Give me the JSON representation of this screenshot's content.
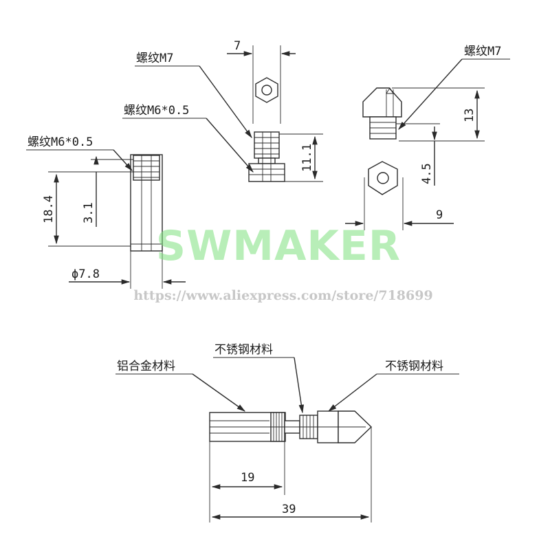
{
  "watermark": {
    "brand": "SWMAKER",
    "url": "https://www.aliexpress.com/store/718699",
    "color": "#7ee07e"
  },
  "labels": {
    "thread_m7_top": "螺纹M7",
    "thread_m6_mid": "螺纹M6*0.5",
    "thread_m6_left": "螺纹M6*0.5",
    "thread_m7_right": "螺纹M7",
    "material_aluminum": "铝合金材料",
    "material_steel_1": "不锈钢材料",
    "material_steel_2": "不锈钢材料"
  },
  "dimensions": {
    "d_7": "7",
    "d_11_1": "11.1",
    "d_18_4": "18.4",
    "d_3_1": "3.1",
    "d_phi_7_8": "ϕ7.8",
    "d_13": "13",
    "d_4_5": "4.5",
    "d_9": "9",
    "d_19": "19",
    "d_39": "39"
  }
}
